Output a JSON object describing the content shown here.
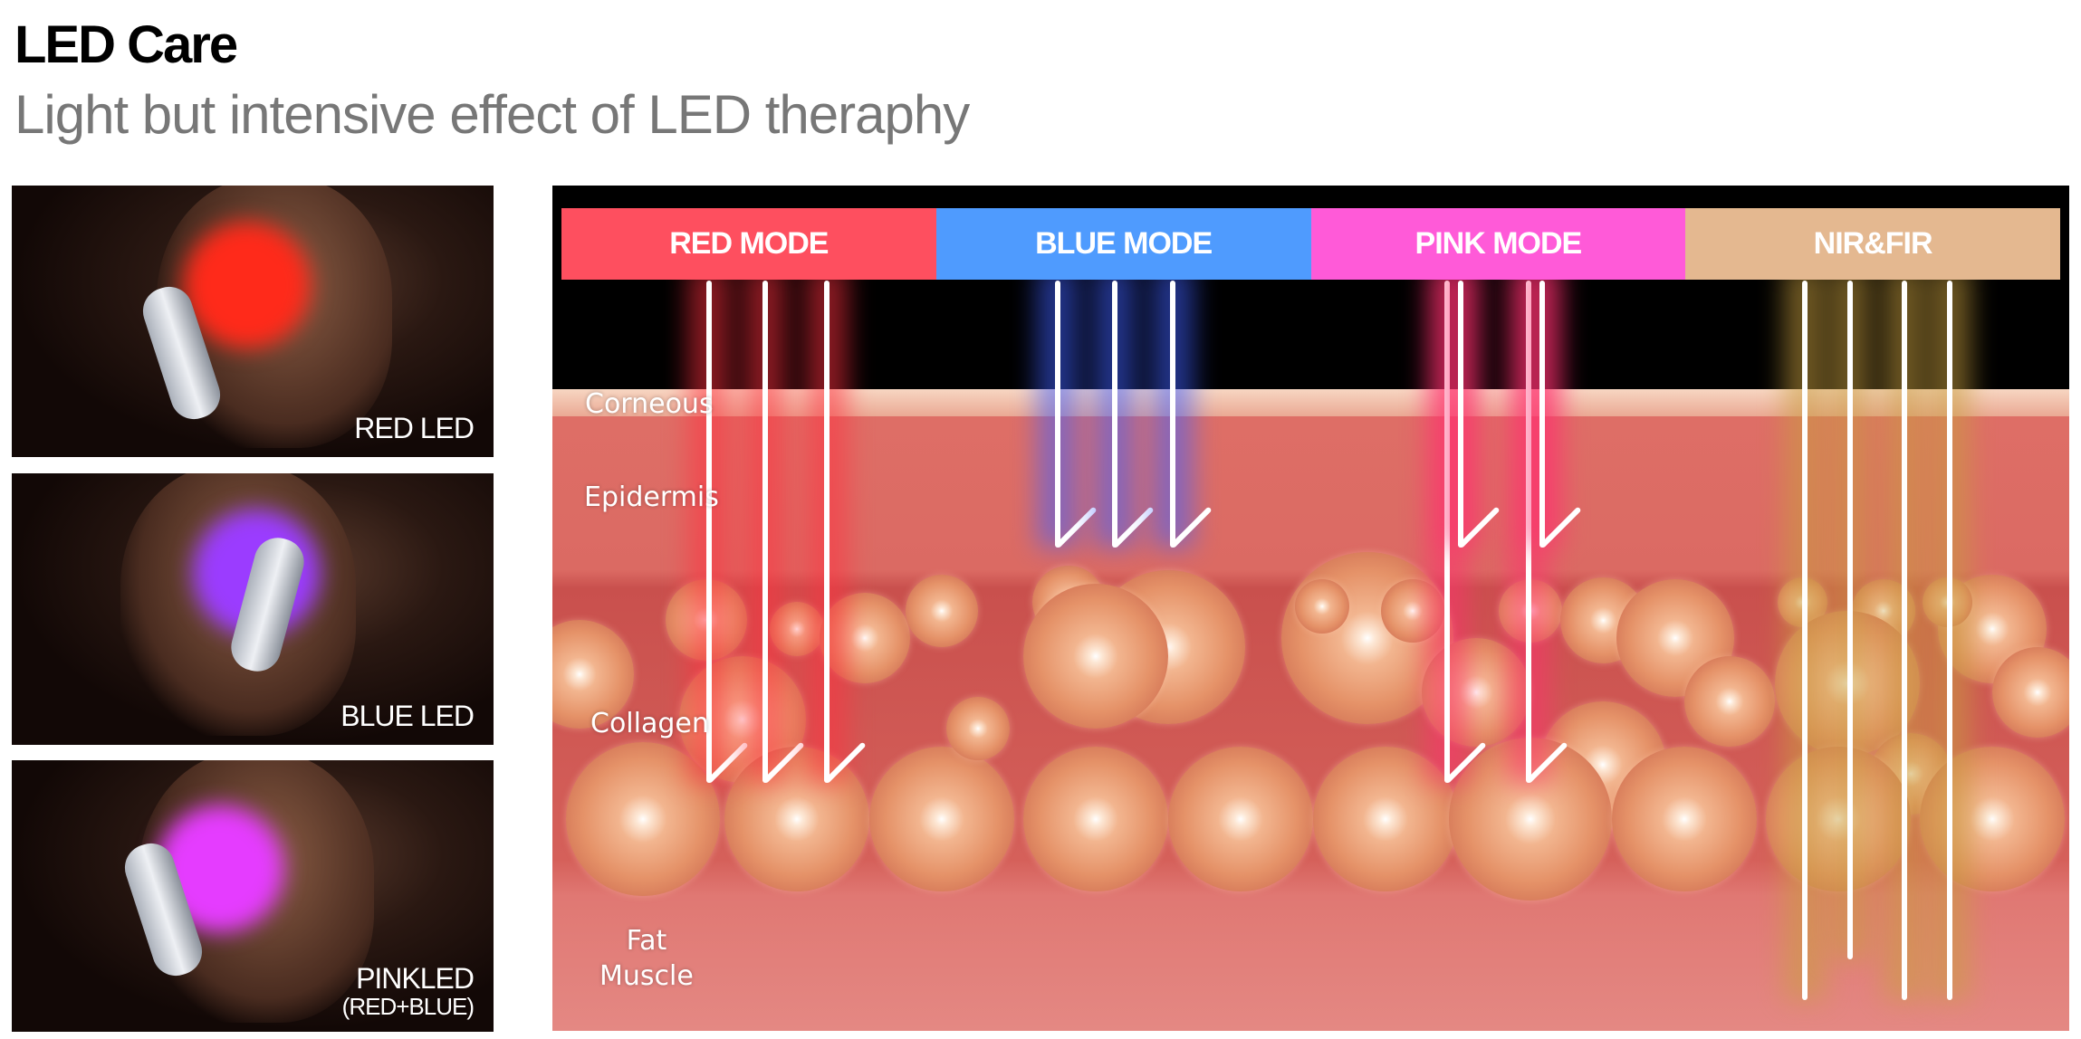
{
  "header": {
    "title": "LED Care",
    "subtitle": "Light but intensive effect of LED theraphy"
  },
  "photos": [
    {
      "caption": "RED LED",
      "glow": "#ff2a1a"
    },
    {
      "caption": "BLUE LED",
      "glow": "#9b3cff"
    },
    {
      "caption": "PINKLED",
      "caption_sub": "(RED+BLUE)",
      "glow": "#e53cff"
    }
  ],
  "modes": [
    {
      "label": "RED MODE",
      "color": "#fe4f5f"
    },
    {
      "label": "BLUE MODE",
      "color": "#4f9bfe"
    },
    {
      "label": "PINK MODE",
      "color": "#ff5ad8"
    },
    {
      "label": "NIR&FIR",
      "color": "#e4b890"
    }
  ],
  "layers": {
    "corneous": "Corneous",
    "epidermis": "Epidermis",
    "collagen": "Collagen",
    "fat": "Fat",
    "muscle": "Muscle"
  }
}
